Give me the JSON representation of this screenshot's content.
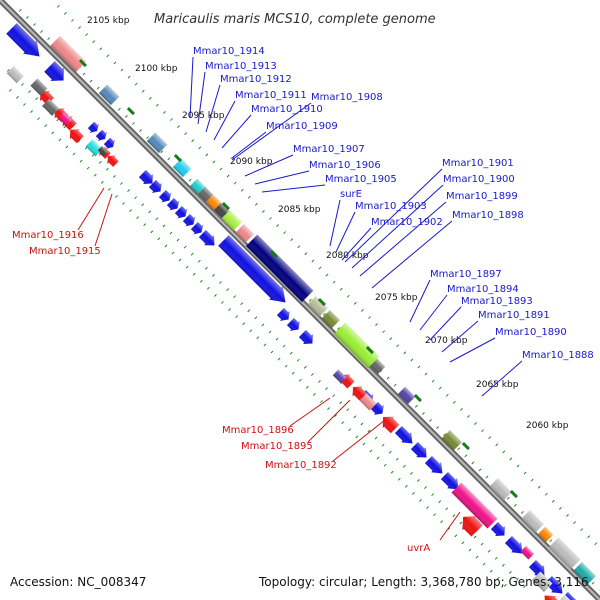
{
  "title": "Maricaulis maris MCS10, complete genome",
  "accession": "Accession: NC_008347",
  "topology": "Topology: circular; Length: 3,368,780 bp; Genes: 3,116",
  "kbp_marks": [
    "2105 kbp",
    "2100 kbp",
    "2095 kbp",
    "2090 kbp",
    "2085 kbp",
    "2080 kbp",
    "2075 kbp",
    "2070 kbp",
    "2065 kbp",
    "2060 kbp"
  ],
  "labels_blue": [
    "Mmar10_1914",
    "Mmar10_1913",
    "Mmar10_1912",
    "Mmar10_1911",
    "Mmar10_1908",
    "Mmar10_1910",
    "Mmar10_1909",
    "Mmar10_1907",
    "Mmar10_1906",
    "Mmar10_1905",
    "surE",
    "Mmar10_1903",
    "Mmar10_1902",
    "Mmar10_1901",
    "Mmar10_1900",
    "Mmar10_1899",
    "Mmar10_1898",
    "Mmar10_1897",
    "Mmar10_1894",
    "Mmar10_1893",
    "Mmar10_1891",
    "Mmar10_1890",
    "Mmar10_1888"
  ],
  "labels_red": [
    "Mmar10_1916",
    "Mmar10_1915",
    "Mmar10_1896",
    "Mmar10_1895",
    "Mmar10_1892",
    "uvrA"
  ],
  "colors": {
    "forward": "#1010e0",
    "reverse": "#ee1111",
    "backbone": "#666666",
    "guide": "#1a8a1a"
  }
}
